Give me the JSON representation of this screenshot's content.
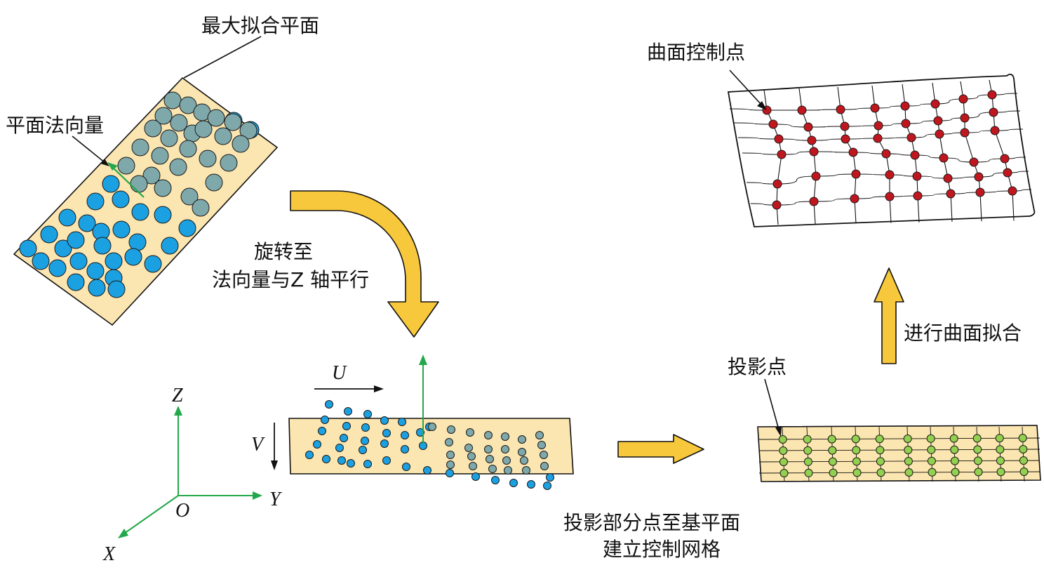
{
  "labels": {
    "max_fit_plane": "最大拟合平面",
    "plane_normal": "平面法向量",
    "rotate_line1": "旋转至",
    "rotate_line2": "法向量与Z 轴平行",
    "surface_control_points": "曲面控制点",
    "surface_fitting": "进行曲面拟合",
    "projected_points": "投影点",
    "project_line1": "投影部分点至基平面",
    "project_line2": "建立控制网格"
  },
  "axes": {
    "z": "Z",
    "y": "Y",
    "x": "X",
    "origin": "O",
    "u": "U",
    "v": "V"
  },
  "colors": {
    "plane_fill": "#fbe5b0",
    "blue_point": "#1ba1e2",
    "gray_point": "#7fa8ab",
    "green_point": "#93d050",
    "red_point": "#c0161e",
    "flow_arrow": "#f8c83c",
    "axis_green": "#22a84a"
  }
}
